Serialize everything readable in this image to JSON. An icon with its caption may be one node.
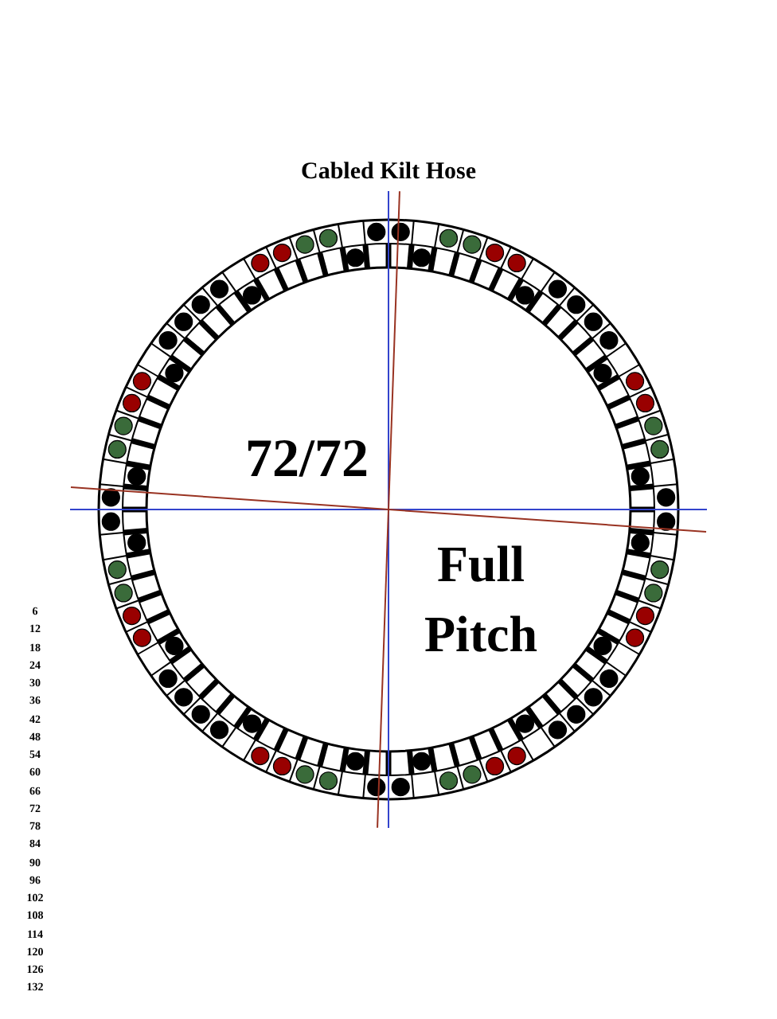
{
  "diagram": {
    "title": "Cabled Kilt Hose",
    "labels": [
      "72/72",
      "Full Pitch",
      "6",
      "12",
      "18",
      "24",
      "30",
      "36",
      "42",
      "48",
      "54",
      "60",
      "66",
      "72",
      "78",
      "84",
      "90",
      "96",
      "102",
      "108",
      "114",
      "120",
      "126",
      "132"
    ]
  }
}
